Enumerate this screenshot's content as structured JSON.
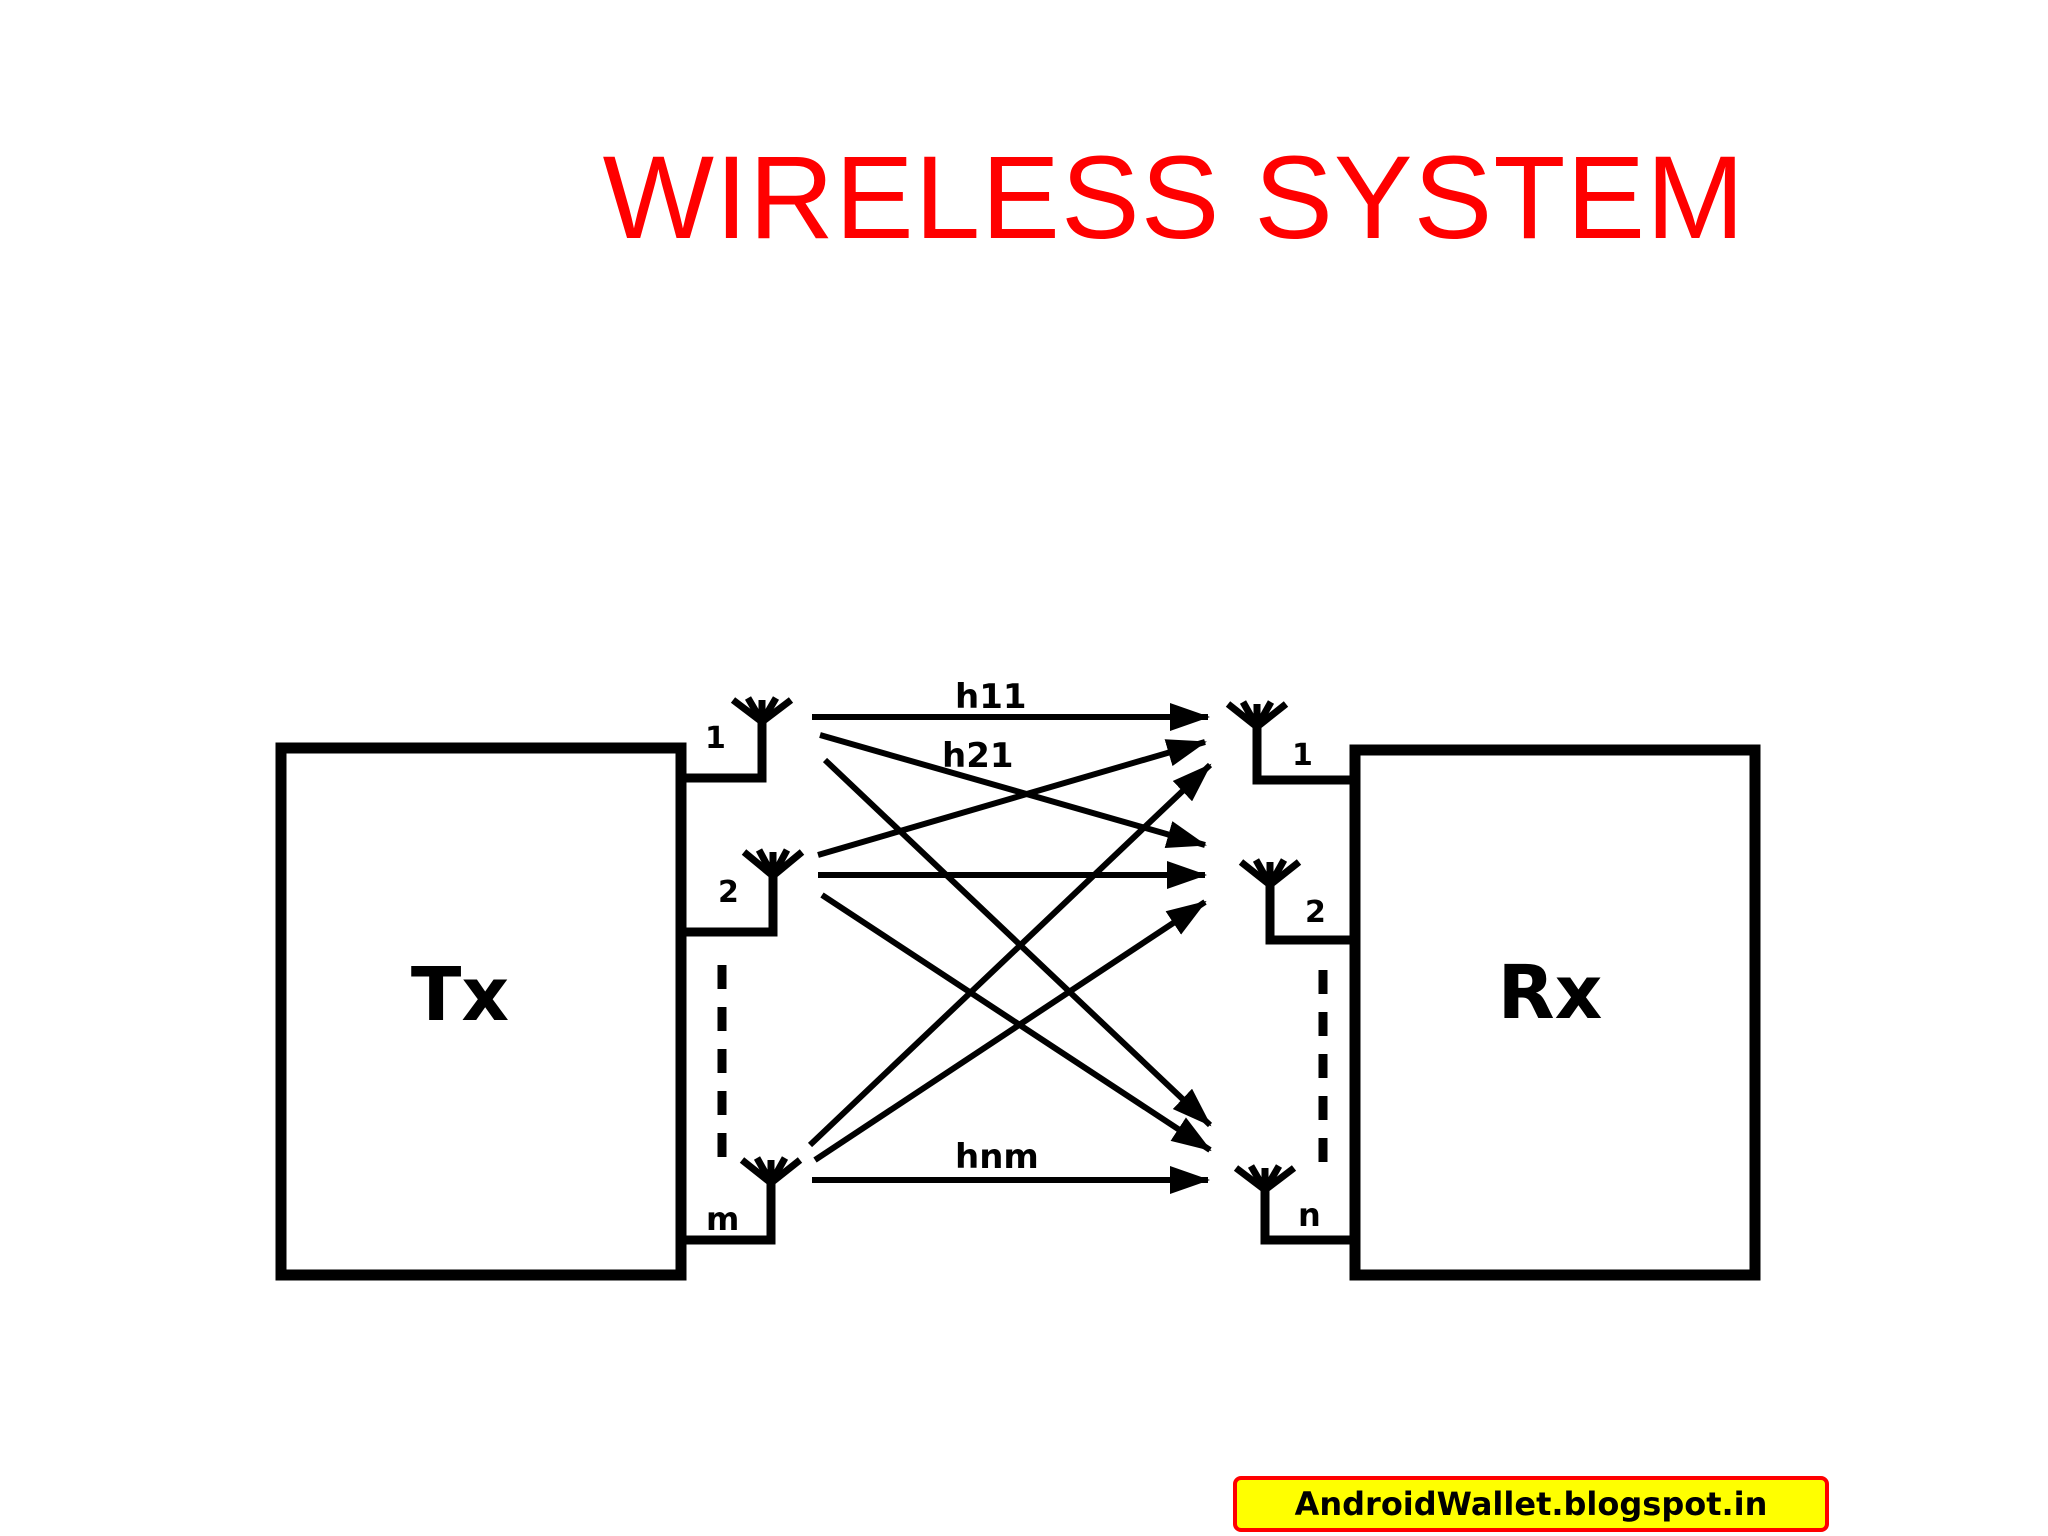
{
  "title": "WIRELESS SYSTEM",
  "colors": {
    "title": "#ff0000",
    "footer_bg": "#ffff00",
    "footer_border": "#ff0000",
    "lines": "#000000"
  },
  "diagram": {
    "tx_label": "Tx",
    "rx_label": "Rx",
    "tx_antennas": [
      "1",
      "2",
      "m"
    ],
    "rx_antennas": [
      "1",
      "2",
      "n"
    ],
    "channel_labels": {
      "h11": "h11",
      "h21": "h21",
      "hnm": "hnm"
    }
  },
  "footer": {
    "text": "AndroidWallet.blogspot.in"
  }
}
